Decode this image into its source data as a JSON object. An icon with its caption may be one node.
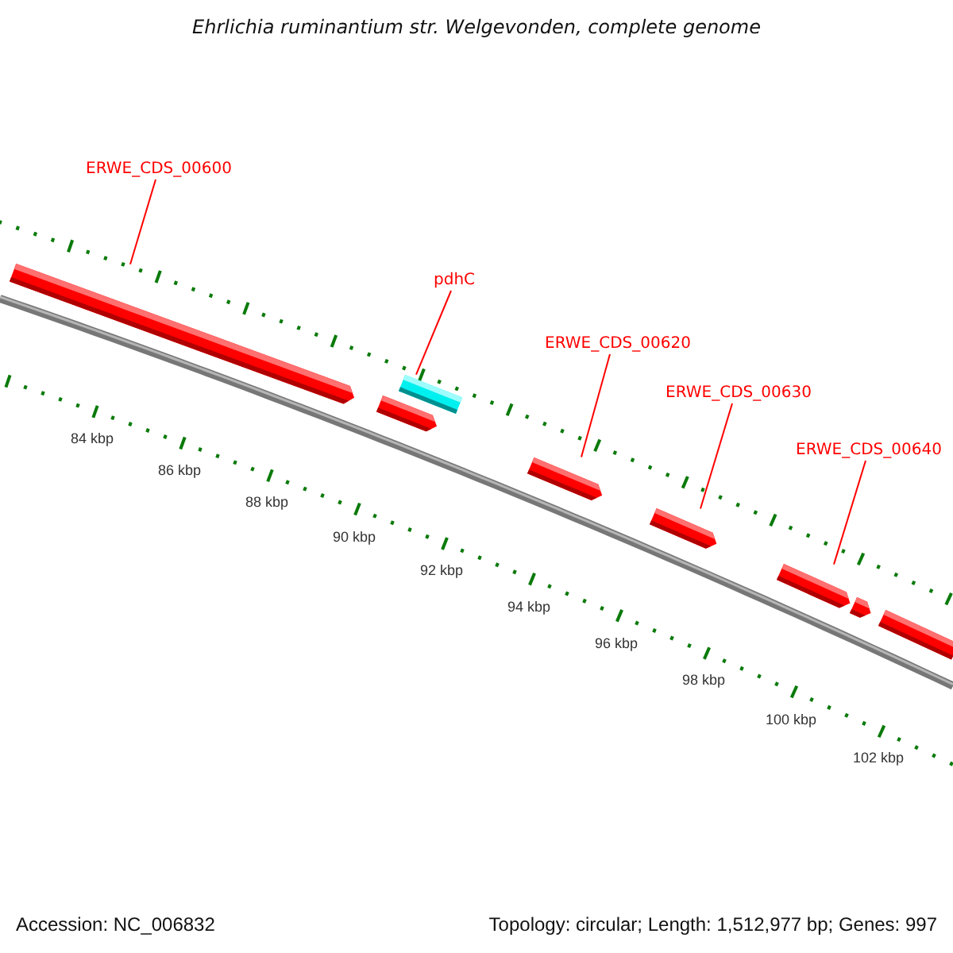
{
  "diagram": {
    "title": "Ehrlichia ruminantium str. Welgevonden, complete genome",
    "nodes": [
      {
        "text": [
          "ERWE_CDS_00600"
        ]
      },
      {
        "text": [
          "pdhC"
        ]
      },
      {
        "text": [
          "ERWE_CDS_00620"
        ]
      },
      {
        "text": [
          "ERWE_CDS_00630"
        ]
      },
      {
        "text": [
          "ERWE_CDS_00640"
        ]
      },
      {
        "text": [],
        "shape": "bar"
      },
      {
        "text": [],
        "shape": "bar"
      },
      {
        "text": [],
        "shape": "bar"
      },
      {
        "text": [],
        "shape": "bar"
      },
      {
        "text": [],
        "shape": "bar"
      },
      {
        "text": [],
        "shape": "bar"
      },
      {
        "text": [],
        "shape": "bar"
      },
      {
        "text": [],
        "shape": "bar"
      }
    ],
    "edges": [
      {
        "from": 0,
        "to": 5,
        "arrow": "none"
      },
      {
        "from": 1,
        "to": 7,
        "arrow": "none"
      },
      {
        "from": 2,
        "to": 8,
        "arrow": "none"
      },
      {
        "from": 3,
        "to": 9,
        "arrow": "none"
      },
      {
        "from": 4,
        "to": 10,
        "arrow": "none"
      }
    ],
    "labels": [
      "84 kbp",
      "86 kbp",
      "88 kbp",
      "90 kbp",
      "92 kbp",
      "94 kbp",
      "96 kbp",
      "98 kbp",
      "100 kbp",
      "102 kbp",
      "Accession: NC_006832",
      "Topology: circular; Length: 1,512,977 bp; Genes: 997"
    ]
  }
}
